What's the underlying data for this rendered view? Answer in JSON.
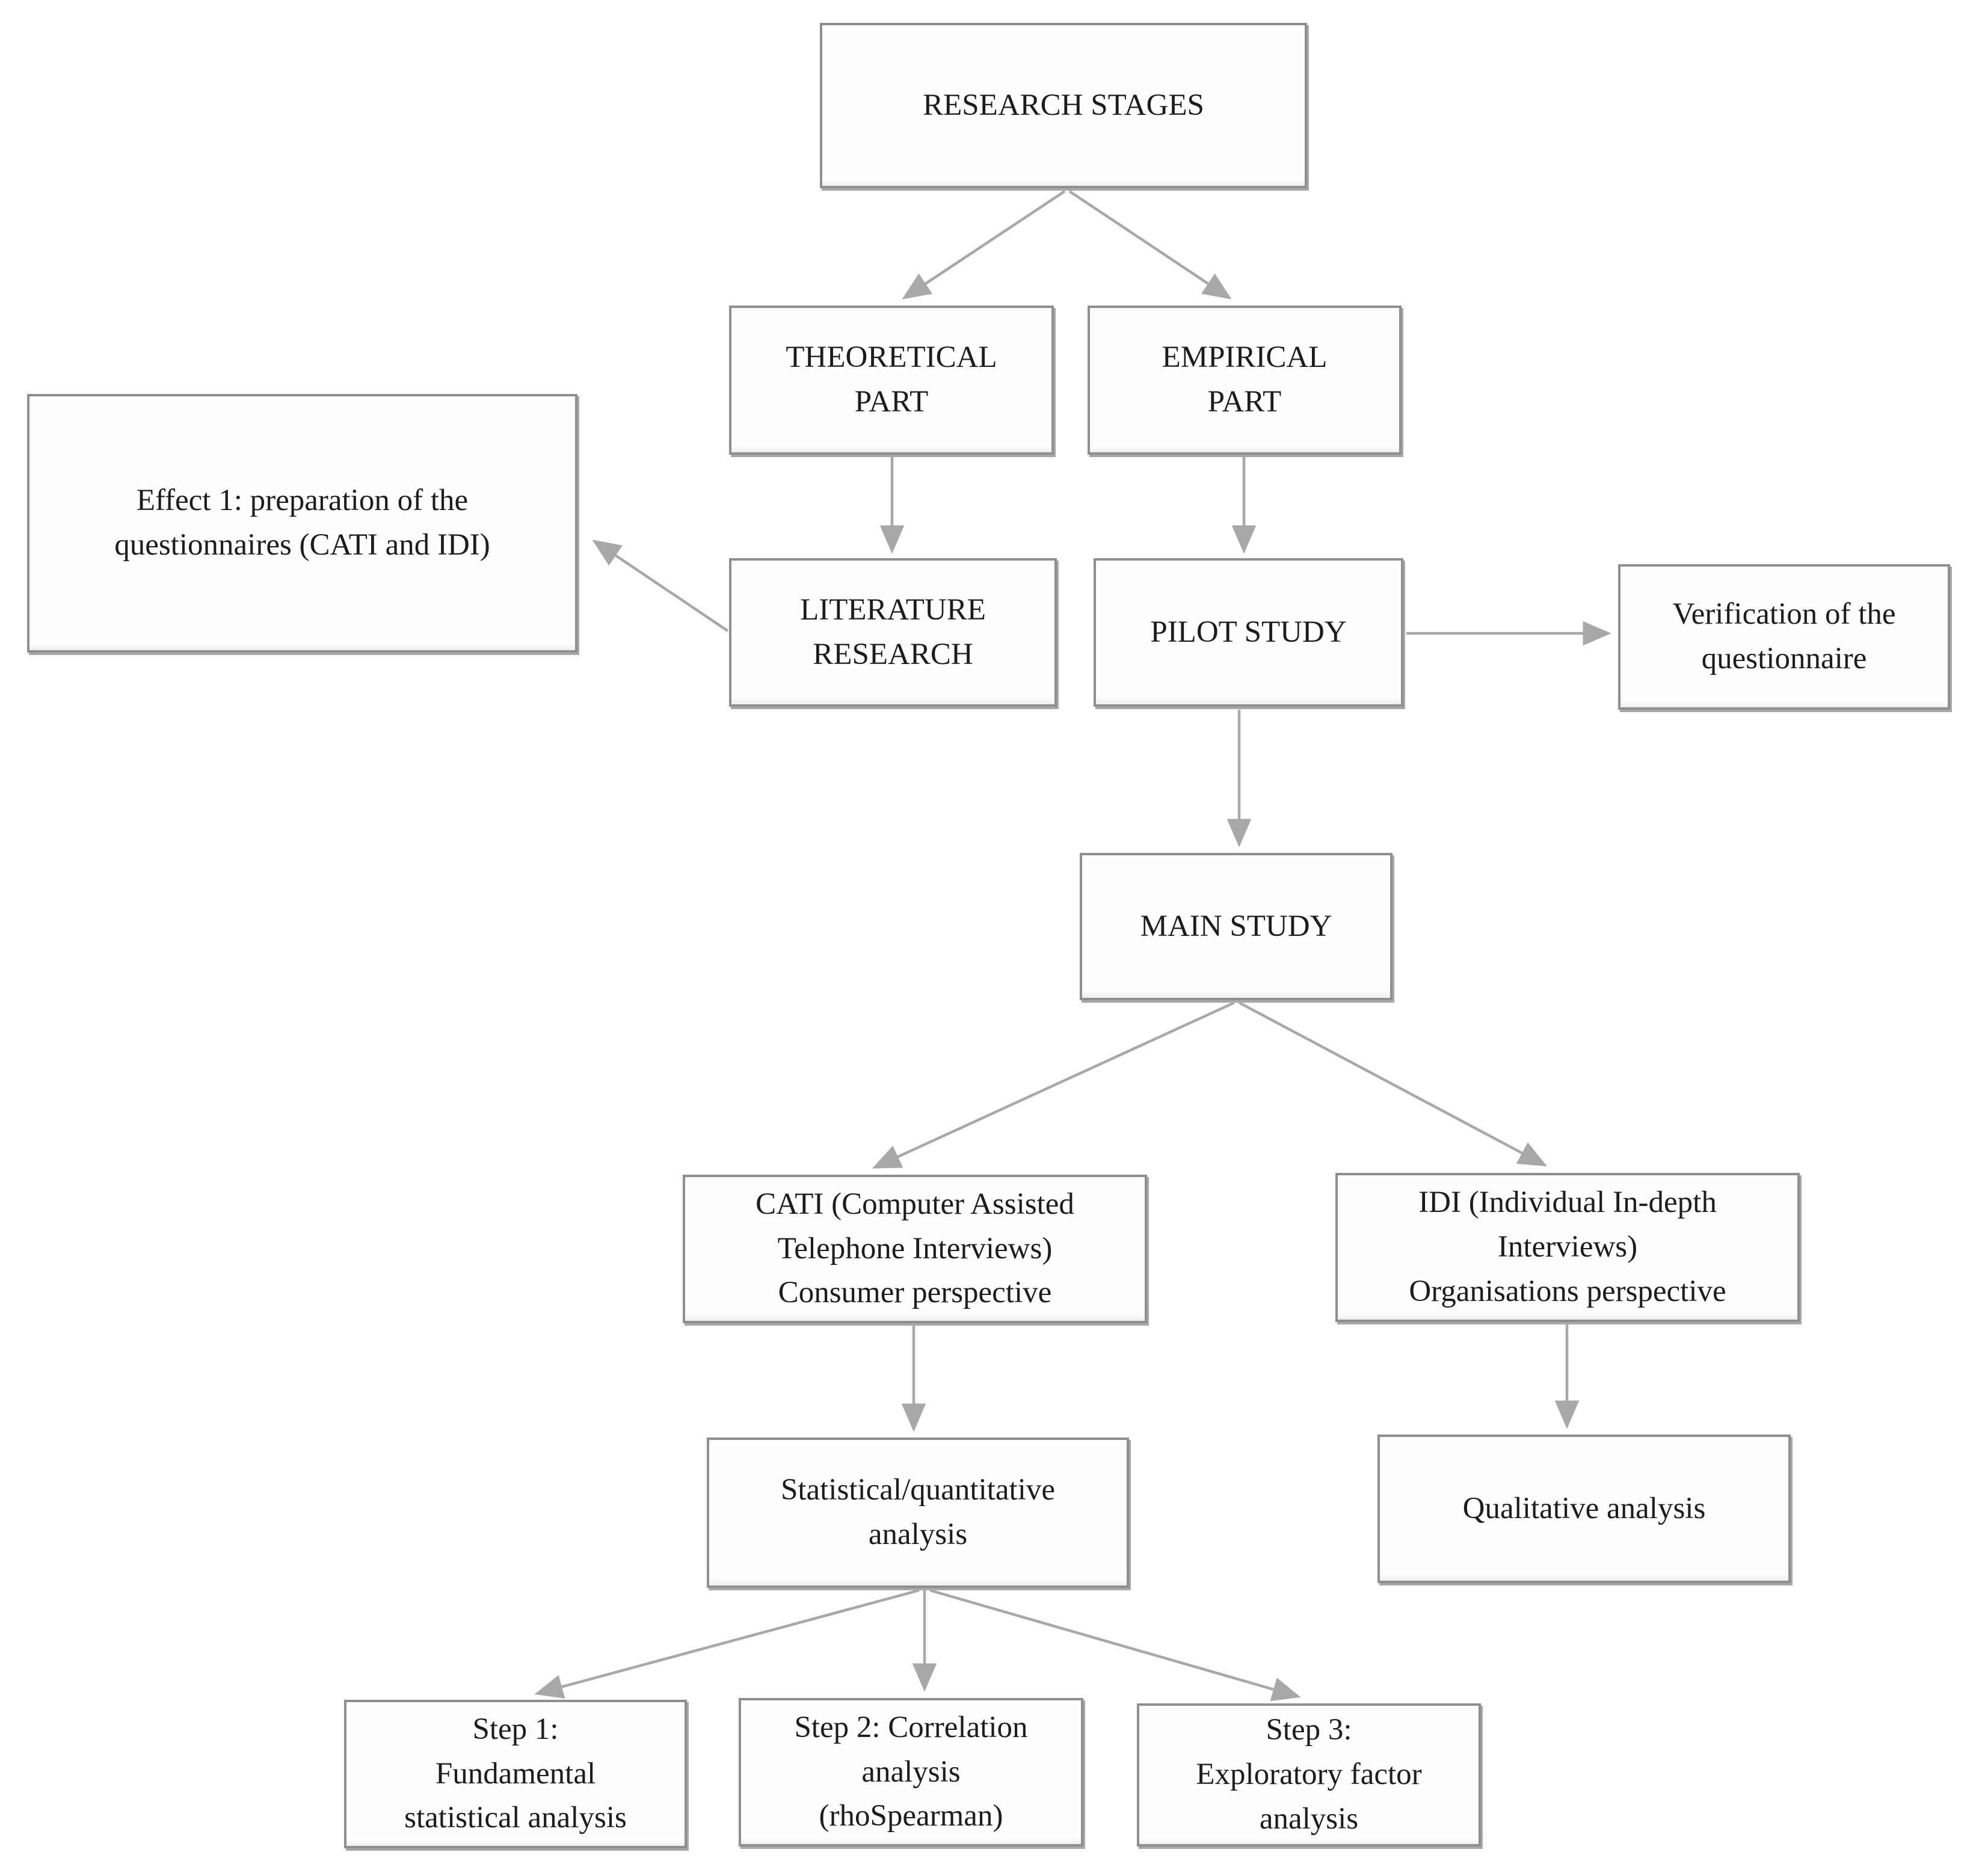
{
  "diagram": {
    "type": "flowchart",
    "background": "#ffffff",
    "colors": {
      "box_fill": "#fefefe",
      "box_border": "#8f8f8f",
      "arrow": "#a8a8a8",
      "text": "#1c1c1c"
    },
    "nodes": {
      "research_stages": {
        "label": "RESEARCH STAGES"
      },
      "theoretical_part": {
        "label": "THEORETICAL\nPART"
      },
      "empirical_part": {
        "label": "EMPIRICAL\nPART"
      },
      "effect_1": {
        "label": "Effect 1: preparation of the\nquestionnaires (CATI and IDI)"
      },
      "literature_research": {
        "label": "LITERATURE\nRESEARCH"
      },
      "pilot_study": {
        "label": "PILOT STUDY"
      },
      "verification": {
        "label": "Verification of the\nquestionnaire"
      },
      "main_study": {
        "label": "MAIN STUDY"
      },
      "cati": {
        "label": "CATI (Computer Assisted\nTelephone Interviews)\nConsumer perspective"
      },
      "idi": {
        "label": "IDI (Individual In-depth\nInterviews)\nOrganisations perspective"
      },
      "statistical_analysis": {
        "label": "Statistical/quantitative\nanalysis"
      },
      "qualitative_analysis": {
        "label": "Qualitative analysis"
      },
      "step_1": {
        "label": "Step 1:\nFundamental\nstatistical analysis"
      },
      "step_2": {
        "label": "Step 2: Correlation\nanalysis\n(rhoSpearman)"
      },
      "step_3": {
        "label": "Step 3:\nExploratory factor\nanalysis"
      }
    },
    "edges": [
      {
        "from": "research_stages",
        "to": "theoretical_part"
      },
      {
        "from": "research_stages",
        "to": "empirical_part"
      },
      {
        "from": "theoretical_part",
        "to": "literature_research"
      },
      {
        "from": "empirical_part",
        "to": "pilot_study"
      },
      {
        "from": "literature_research",
        "to": "effect_1"
      },
      {
        "from": "pilot_study",
        "to": "verification"
      },
      {
        "from": "pilot_study",
        "to": "main_study"
      },
      {
        "from": "main_study",
        "to": "cati"
      },
      {
        "from": "main_study",
        "to": "idi"
      },
      {
        "from": "cati",
        "to": "statistical_analysis"
      },
      {
        "from": "idi",
        "to": "qualitative_analysis"
      },
      {
        "from": "statistical_analysis",
        "to": "step_1"
      },
      {
        "from": "statistical_analysis",
        "to": "step_2"
      },
      {
        "from": "statistical_analysis",
        "to": "step_3"
      }
    ]
  }
}
